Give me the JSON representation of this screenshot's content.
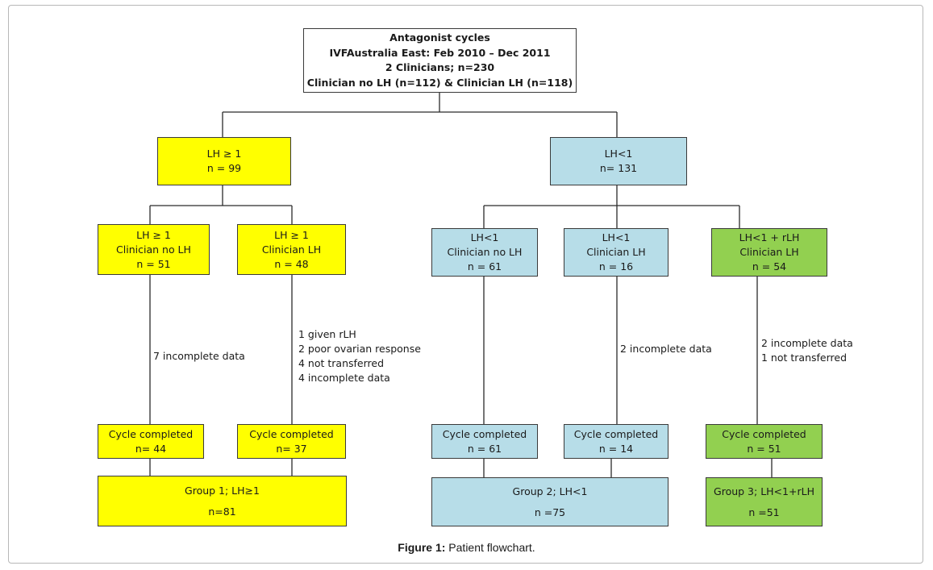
{
  "colors": {
    "yellow": "#ffff00",
    "blue": "#b7dde8",
    "green": "#92d050",
    "line": "#2b2b2b"
  },
  "root": {
    "line1": "Antagonist cycles",
    "line2": "IVFAustralia East: Feb 2010 – Dec 2011",
    "line3": "2 Clinicians; n=230",
    "line4": "Clinician no LH (n=112) & Clinician LH (n=118)"
  },
  "lh_high": {
    "label": "LH ≥ 1",
    "n": "n = 99"
  },
  "lh_low": {
    "label": "LH<1",
    "n": "n= 131"
  },
  "sub": {
    "high_nolh": {
      "label": "LH ≥ 1",
      "clinician": "Clinician  no LH",
      "n": "n = 51"
    },
    "high_lh": {
      "label": "LH ≥ 1",
      "clinician": "Clinician LH",
      "n": "n = 48"
    },
    "low_nolh": {
      "label": "LH<1",
      "clinician": "Clinician no LH",
      "n": "n = 61"
    },
    "low_lh": {
      "label": "LH<1",
      "clinician": "Clinician LH",
      "n": "n = 16"
    },
    "low_rlh": {
      "label": "LH<1 + rLH",
      "clinician": "Clinician LH",
      "n": "n = 54"
    }
  },
  "notes": {
    "high_nolh": [
      "7 incomplete data"
    ],
    "high_lh": [
      "1 given rLH",
      "2 poor ovarian response",
      "4 not transferred",
      "4 incomplete data"
    ],
    "low_lh": [
      "2 incomplete data"
    ],
    "low_rlh": [
      "2 incomplete data",
      "1 not transferred"
    ]
  },
  "completed": {
    "high_nolh": {
      "label": "Cycle completed",
      "n": "n= 44"
    },
    "high_lh": {
      "label": "Cycle completed",
      "n": "n= 37"
    },
    "low_nolh": {
      "label": "Cycle completed",
      "n": "n = 61"
    },
    "low_lh": {
      "label": "Cycle completed",
      "n": "n = 14"
    },
    "low_rlh": {
      "label": "Cycle completed",
      "n": "n = 51"
    }
  },
  "groups": {
    "g1": {
      "label": "Group 1; LH≥1",
      "n": "n=81"
    },
    "g2": {
      "label": "Group 2; LH<1",
      "n": "n =75"
    },
    "g3": {
      "label": "Group 3; LH<1+rLH",
      "n": "n =51"
    }
  },
  "caption": {
    "bold": "Figure 1:",
    "text": " Patient flowchart."
  }
}
